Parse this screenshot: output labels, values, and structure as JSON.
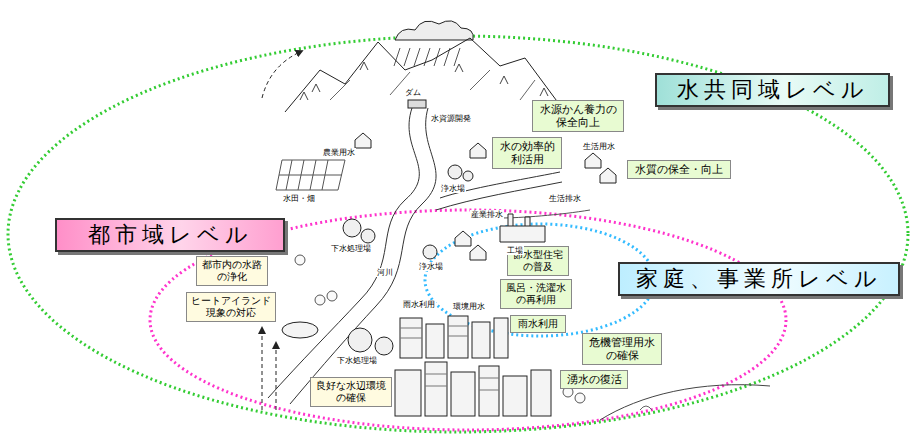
{
  "diagram": {
    "nodes": [
      {
        "text": [
          "水共同域レベル"
        ]
      },
      {
        "text": [
          "水源かん養力の保全向上"
        ]
      },
      {
        "text": [
          "水の効率的利活用"
        ]
      },
      {
        "text": [
          "水質の保全・向上"
        ]
      },
      {
        "text": [
          "都市域レベル"
        ]
      },
      {
        "text": [
          "節水型住宅の普及"
        ]
      },
      {
        "text": [
          "都市内の水路の浄化"
        ]
      },
      {
        "text": [
          "家庭、事業所レベル"
        ]
      },
      {
        "text": [
          "風呂・洗濯水の再利用"
        ]
      },
      {
        "text": [
          "ヒートアイランド現象の対応"
        ]
      },
      {
        "text": [
          "雨水利用"
        ]
      },
      {
        "text": [
          "危機管理用水の確保"
        ]
      },
      {
        "text": [
          "湧水の復活"
        ]
      },
      {
        "text": [
          "良好な水辺環境の確保"
        ]
      }
    ],
    "labels": [
      "ダム",
      "水資源開発",
      "農業用水",
      "浄水場",
      "生活用水",
      "水田・畑",
      "生活排水",
      "産業排水",
      "下水処理場",
      "工場",
      "浄水場",
      "河川",
      "下水処理場",
      "雨水利用",
      "環境用水"
    ]
  }
}
